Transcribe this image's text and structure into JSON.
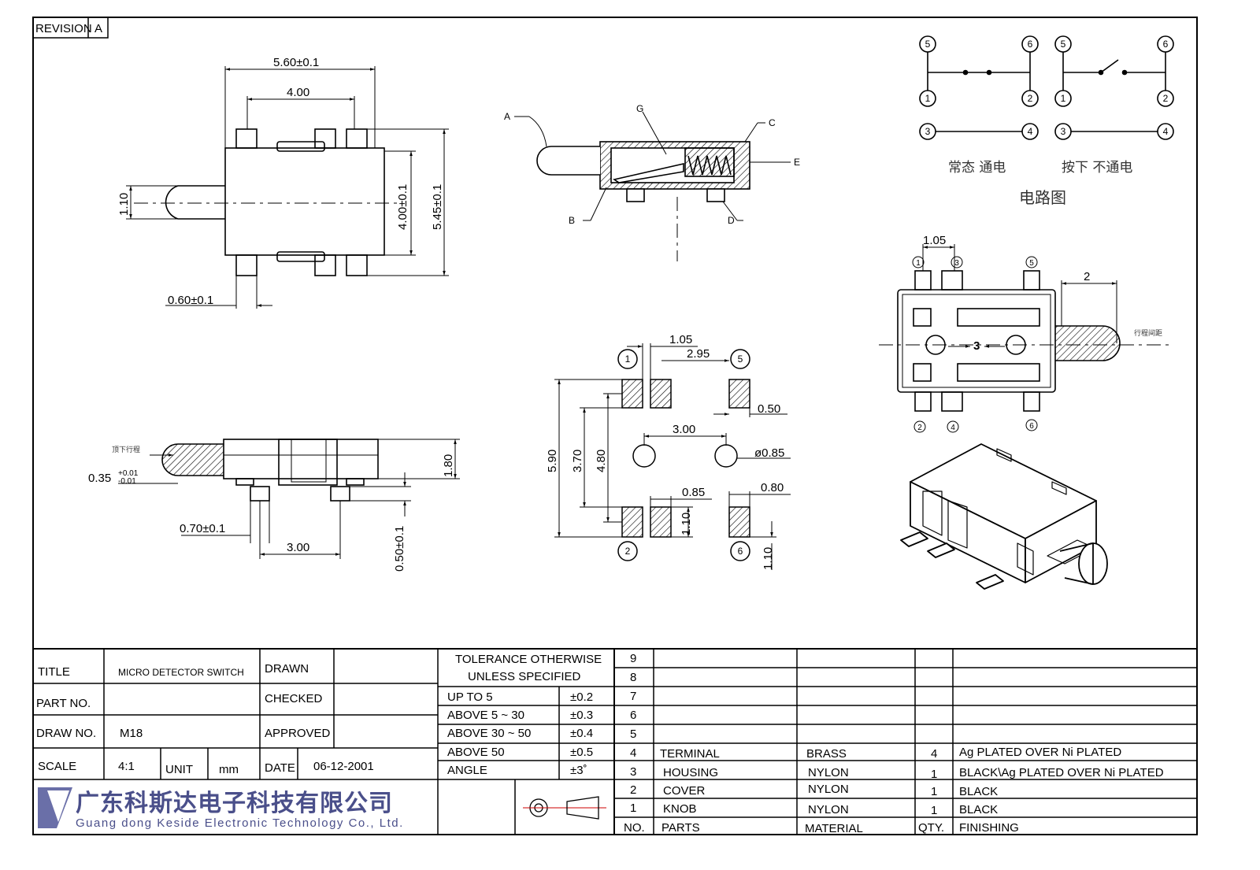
{
  "revision": {
    "label": "REVISION",
    "value": "A"
  },
  "top_view": {
    "dim_width": "5.60±0.1",
    "dim_inner": "4.00",
    "dim_knob": "1.10",
    "dim_height_inner": "4.00±0.1",
    "dim_height": "5.45±0.1",
    "dim_pad": "0.60±0.1"
  },
  "section_view": {
    "label_a": "A",
    "label_b": "B",
    "label_c": "C",
    "label_d": "D",
    "label_e": "E",
    "label_g": "G"
  },
  "circuit": {
    "pins": [
      "5",
      "6",
      "1",
      "2",
      "3",
      "4"
    ],
    "state_normal": "常态 通电",
    "state_pressed": "按下 不通电",
    "title": "电路图"
  },
  "side_view": {
    "dim_height": "1.80",
    "dim_knob_prefix": "0.35",
    "dim_knob_tol_plus": "+0.01",
    "dim_knob_tol_minus": "-0.01",
    "dim_pad": "0.70±0.1",
    "dim_pitch": "3.00",
    "dim_pad_h": "0.50±0.1",
    "knob_note": "顶下行程"
  },
  "pcb_layout": {
    "dim_1_05": "1.05",
    "dim_2_95": "2.95",
    "dim_0_50": "0.50",
    "dim_3_00": "3.00",
    "dim_hole": "ø0.85",
    "dim_0_85": "0.85",
    "dim_0_80": "0.80",
    "dim_1_10a": "1.10",
    "dim_1_10b": "1.10",
    "dim_5_90": "5.90",
    "dim_3_70": "3.70",
    "dim_4_80": "4.80",
    "pins": [
      "1",
      "5",
      "2",
      "6"
    ]
  },
  "bottom_view": {
    "dim_1_05": "1.05",
    "dim_2": "2",
    "dim_3": "3",
    "travel_note": "行程间距",
    "pins": [
      "1",
      "3",
      "5",
      "2",
      "4",
      "6"
    ]
  },
  "title_block": {
    "title_label": "TITLE",
    "title_value": "MICRO DETECTOR SWITCH",
    "part_label": "PART NO.",
    "part_value": "",
    "draw_label": "DRAW NO.",
    "draw_value": "M18",
    "scale_label": "SCALE",
    "scale_value": "4:1",
    "unit_label": "UNIT",
    "unit_value": "mm",
    "drawn_label": "DRAWN",
    "checked_label": "CHECKED",
    "approved_label": "APPROVED",
    "date_label": "DATE",
    "date_value": "06-12-2001",
    "company_cn": "广东科斯达电子科技有限公司",
    "company_en": "Guang dong Keside  Electronic Technology Co., Ltd."
  },
  "tolerance": {
    "header1": "TOLERANCE  OTHERWISE",
    "header2": "UNLESS  SPECIFIED",
    "rows": [
      {
        "range": "UP  TO  5",
        "value": "±0.2"
      },
      {
        "range": "ABOVE  5 ~ 30",
        "value": "±0.3"
      },
      {
        "range": "ABOVE  30 ~ 50",
        "value": "±0.4"
      },
      {
        "range": "ABOVE  50",
        "value": "±0.5"
      },
      {
        "range": "ANGLE",
        "value": "±3˚"
      }
    ]
  },
  "bom": {
    "header": {
      "no": "NO.",
      "parts": "PARTS",
      "material": "MATERIAL",
      "qty": "QTY.",
      "finishing": "FINISHING"
    },
    "rows": [
      {
        "no": "9",
        "parts": "",
        "material": "",
        "qty": "",
        "finishing": ""
      },
      {
        "no": "8",
        "parts": "",
        "material": "",
        "qty": "",
        "finishing": ""
      },
      {
        "no": "7",
        "parts": "",
        "material": "",
        "qty": "",
        "finishing": ""
      },
      {
        "no": "6",
        "parts": "",
        "material": "",
        "qty": "",
        "finishing": ""
      },
      {
        "no": "5",
        "parts": "",
        "material": "",
        "qty": "",
        "finishing": ""
      },
      {
        "no": "4",
        "parts": "TERMINAL",
        "material": "BRASS",
        "qty": "4",
        "finishing": "Ag  PLATED  OVER  Ni  PLATED"
      },
      {
        "no": "3",
        "parts": "HOUSING",
        "material": "NYLON",
        "qty": "1",
        "finishing": "BLACK\\Ag  PLATED  OVER  Ni  PLATED"
      },
      {
        "no": "2",
        "parts": "COVER",
        "material": "NYLON",
        "qty": "1",
        "finishing": "BLACK"
      },
      {
        "no": "1",
        "parts": "KNOB",
        "material": "NYLON",
        "qty": "1",
        "finishing": "BLACK"
      }
    ]
  }
}
